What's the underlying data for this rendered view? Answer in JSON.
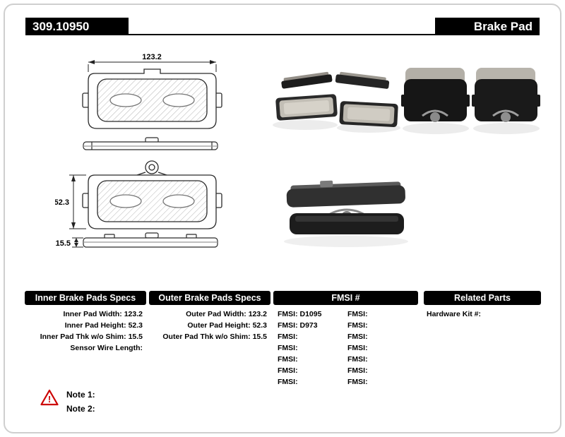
{
  "header": {
    "part_number": "309.10950",
    "product_name": "Brake Pad"
  },
  "diagram": {
    "width_dim": "123.2",
    "height_dim": "52.3",
    "thickness_dim": "15.5"
  },
  "tables": {
    "inner": {
      "title": "Inner Brake Pads Specs",
      "rows": [
        {
          "label": "Inner Pad Width:",
          "value": "123.2"
        },
        {
          "label": "Inner Pad Height:",
          "value": "52.3"
        },
        {
          "label": "Inner Pad Thk w/o Shim:",
          "value": "15.5"
        },
        {
          "label": "Sensor Wire Length:",
          "value": ""
        }
      ]
    },
    "outer": {
      "title": "Outer Brake Pads Specs",
      "rows": [
        {
          "label": "Outer Pad Width:",
          "value": "123.2"
        },
        {
          "label": "Outer Pad Height:",
          "value": "52.3"
        },
        {
          "label": "Outer Pad Thk w/o Shim:",
          "value": "15.5"
        }
      ]
    },
    "fmsi": {
      "title": "FMSI #",
      "left_rows": [
        "FMSI: D1095",
        "FMSI: D973",
        "FMSI:",
        "FMSI:",
        "FMSI:",
        "FMSI:",
        "FMSI:"
      ],
      "right_rows": [
        "FMSI:",
        "FMSI:",
        "FMSI:",
        "FMSI:",
        "FMSI:",
        "FMSI:",
        "FMSI:"
      ]
    },
    "related": {
      "title": "Related Parts",
      "rows": [
        {
          "label": "Hardware Kit #:",
          "value": ""
        }
      ]
    }
  },
  "notes": {
    "icon": "warning-triangle-icon",
    "items": [
      "Note 1:",
      "Note 2:"
    ]
  }
}
